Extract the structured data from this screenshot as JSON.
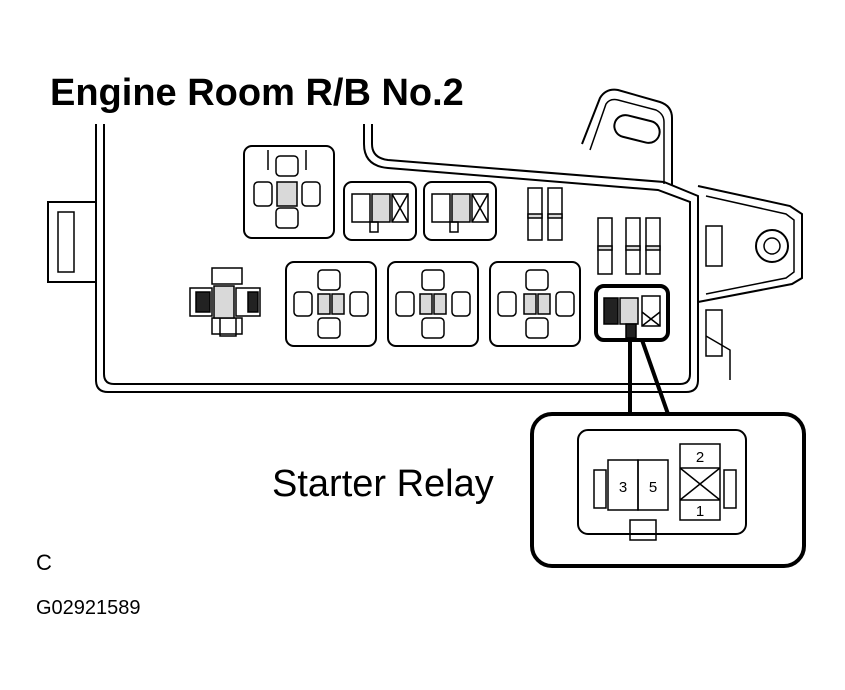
{
  "title": "Engine Room R/B No.2",
  "callout_label": "Starter Relay",
  "view_letter": "C",
  "figure_code": "G02921589",
  "relay_pins": {
    "pin_3": "3",
    "pin_5": "5",
    "pin_2": "2",
    "pin_1": "1"
  }
}
